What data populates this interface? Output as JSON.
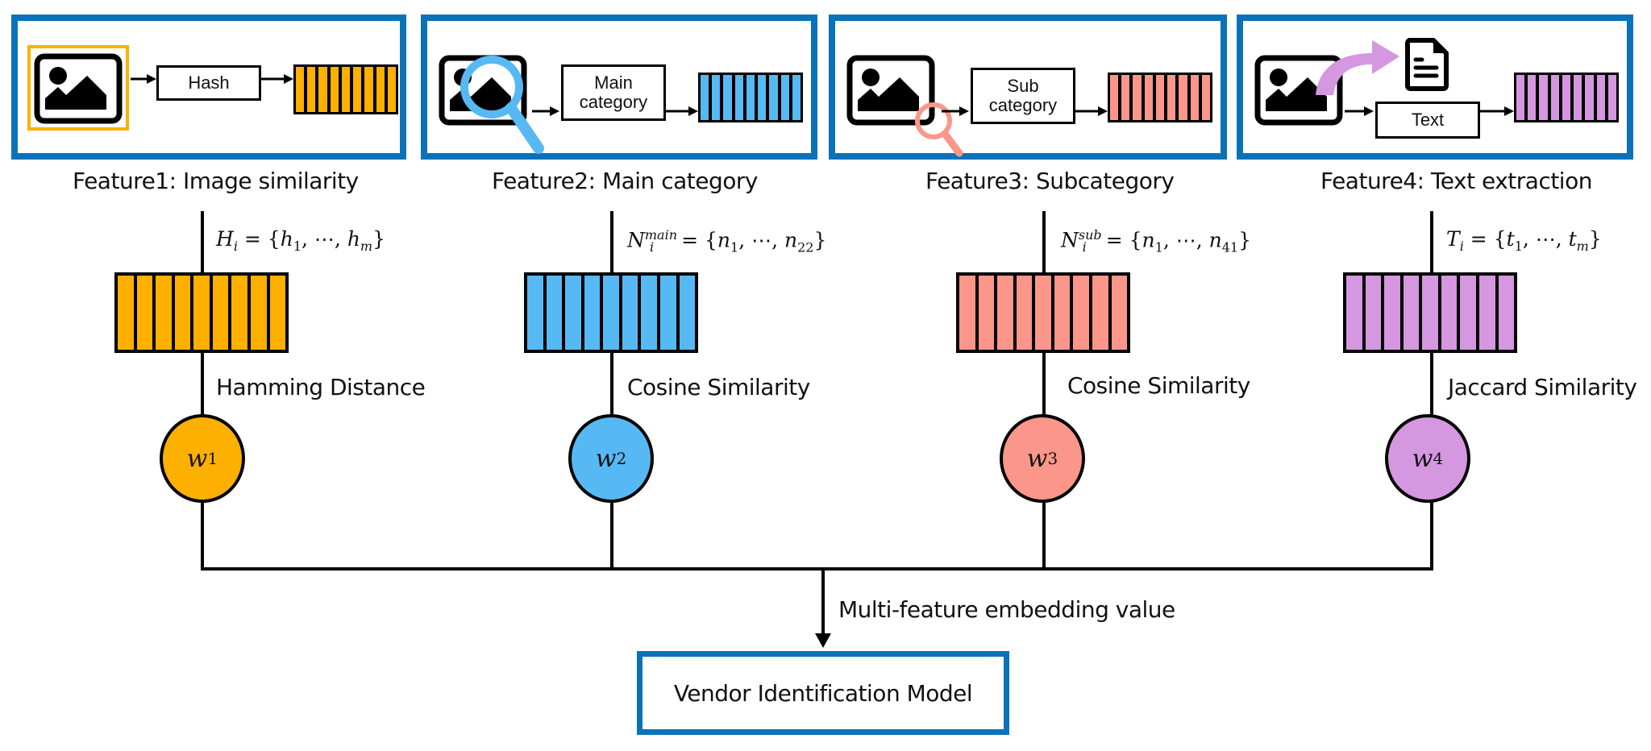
{
  "colors": {
    "panel_border": "#0a72b9",
    "feature1": "#fdb000",
    "feature2": "#56b9f4",
    "feature3": "#fb968a",
    "feature4": "#d597df"
  },
  "features": [
    {
      "caption": "Feature1: Image similarity",
      "step_label": "Hash",
      "icon": "image-icon",
      "formula": {
        "lhs": "H",
        "lhs_sub": "i",
        "lhs_sup": "",
        "set": [
          "h",
          "1",
          "h",
          "m"
        ]
      },
      "formula_text": "H_i = {h_1, ⋯, h_m}",
      "method": "Hamming Distance",
      "weight": {
        "symbol": "w",
        "index": "1"
      }
    },
    {
      "caption": "Feature2: Main category",
      "step_label_line1": "Main",
      "step_label_line2": "category",
      "icon": "magnifier-icon",
      "formula_text": "N_i^main = {n_1, ⋯, n_22}",
      "formula": {
        "lhs": "N",
        "lhs_sub": "i",
        "lhs_sup": "main",
        "set": [
          "n",
          "1",
          "n",
          "22"
        ]
      },
      "method": "Cosine Similarity",
      "weight": {
        "symbol": "w",
        "index": "2"
      }
    },
    {
      "caption": "Feature3: Subcategory",
      "step_label_line1": "Sub",
      "step_label_line2": "category",
      "icon": "small-magnifier-icon",
      "formula_text": "N_i^sub = {n_1, ⋯, n_41}",
      "formula": {
        "lhs": "N",
        "lhs_sub": "i",
        "lhs_sup": "sub",
        "set": [
          "n",
          "1",
          "n",
          "41"
        ]
      },
      "method": "Cosine Similarity",
      "weight": {
        "symbol": "w",
        "index": "3"
      }
    },
    {
      "caption": "Feature4: Text extraction",
      "step_label": "Text",
      "icon": "document-icon",
      "formula_text": "T_i = {t_1, ⋯, t_m}",
      "formula": {
        "lhs": "T",
        "lhs_sub": "i",
        "lhs_sup": "",
        "set": [
          "t",
          "1",
          "t",
          "m"
        ]
      },
      "method": "Jaccard Similarity",
      "weight": {
        "symbol": "w",
        "index": "4"
      }
    }
  ],
  "vector_cells": 9,
  "embedding_label": "Multi-feature embedding value",
  "model_label": "Vendor Identification Model",
  "formula_parts": {
    "equals": "=",
    "open": "{",
    "close": "}",
    "comma": ",",
    "ellipsis": "⋯"
  }
}
